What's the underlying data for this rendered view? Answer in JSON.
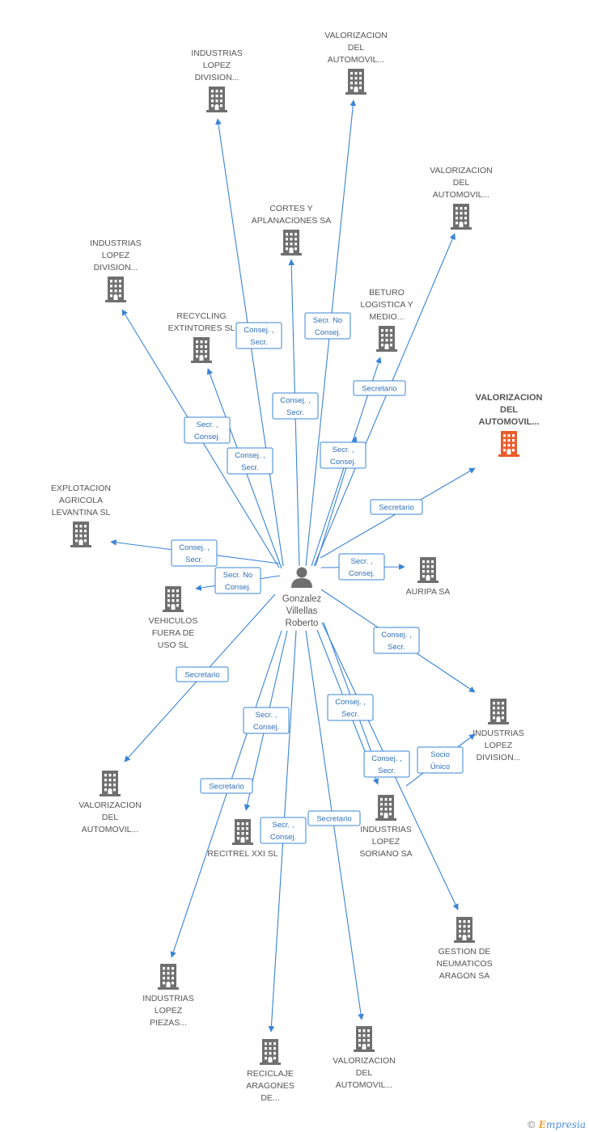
{
  "colors": {
    "edge": "#3a84d6",
    "edge_text": "#2f6fb8",
    "building": "#6f6f6f",
    "building_highlight": "#ec5b2b",
    "person": "#6f6f6f",
    "label": "#555555"
  },
  "center": {
    "name_lines": [
      "Gonzalez",
      "Villellas",
      "Roberto"
    ],
    "icon": "person-icon"
  },
  "companies": [
    {
      "id": "c01",
      "lines": [
        "INDUSTRIAS",
        "LOPEZ",
        "DIVISION..."
      ],
      "icon": "building-icon"
    },
    {
      "id": "c02",
      "lines": [
        "VALORIZACION",
        "DEL",
        "AUTOMOVIL..."
      ],
      "icon": "building-icon"
    },
    {
      "id": "c03",
      "lines": [
        "VALORIZACION",
        "DEL",
        "AUTOMOVIL..."
      ],
      "icon": "building-icon"
    },
    {
      "id": "c04",
      "lines": [
        "CORTES Y",
        "APLANACIONES SA"
      ],
      "icon": "building-icon"
    },
    {
      "id": "c05",
      "lines": [
        "INDUSTRIAS",
        "LOPEZ",
        "DIVISION..."
      ],
      "icon": "building-icon"
    },
    {
      "id": "c06",
      "lines": [
        "BETURO",
        "LOGISTICA Y",
        "MEDIO..."
      ],
      "icon": "building-icon"
    },
    {
      "id": "c07",
      "lines": [
        "RECYCLING",
        "EXTINTORES SL"
      ],
      "icon": "building-icon"
    },
    {
      "id": "c08",
      "lines": [
        "VALORIZACION",
        "DEL",
        "AUTOMOVIL..."
      ],
      "icon": "building-icon",
      "highlight": true
    },
    {
      "id": "c09",
      "lines": [
        "EXPLOTACION",
        "AGRICOLA",
        "LEVANTINA SL"
      ],
      "icon": "building-icon"
    },
    {
      "id": "c10",
      "lines": [
        "AURIPA SA"
      ],
      "icon": "building-icon"
    },
    {
      "id": "c11",
      "lines": [
        "VEHICULOS",
        "FUERA DE",
        "USO SL"
      ],
      "icon": "building-icon"
    },
    {
      "id": "c12",
      "lines": [
        "INDUSTRIAS",
        "LOPEZ",
        "DIVISION..."
      ],
      "icon": "building-icon"
    },
    {
      "id": "c13",
      "lines": [
        "VALORIZACION",
        "DEL",
        "AUTOMOVIL..."
      ],
      "icon": "building-icon"
    },
    {
      "id": "c14",
      "lines": [
        "RECITREL XXI SL"
      ],
      "icon": "building-icon"
    },
    {
      "id": "c15",
      "lines": [
        "INDUSTRIAS",
        "LOPEZ",
        "SORIANO SA"
      ],
      "icon": "building-icon"
    },
    {
      "id": "c16",
      "lines": [
        "GESTION DE",
        "NEUMATICOS",
        "ARAGON SA"
      ],
      "icon": "building-icon"
    },
    {
      "id": "c17",
      "lines": [
        "INDUSTRIAS",
        "LOPEZ",
        "PIEZAS..."
      ],
      "icon": "building-icon"
    },
    {
      "id": "c18",
      "lines": [
        "RECICLAJE",
        "ARAGONES",
        "DE..."
      ],
      "icon": "building-icon"
    },
    {
      "id": "c19",
      "lines": [
        "VALORIZACION",
        "DEL",
        "AUTOMOVIL..."
      ],
      "icon": "building-icon"
    }
  ],
  "edges": [
    {
      "from": "center",
      "to": "c01",
      "lines": [
        "Consej. ,",
        "Secr."
      ]
    },
    {
      "from": "center",
      "to": "c02",
      "lines": [
        "Secr.  No",
        "Consej."
      ]
    },
    {
      "from": "center",
      "to": "c03",
      "lines": []
    },
    {
      "from": "center",
      "to": "c04",
      "lines": [
        "Consej. ,",
        "Secr."
      ]
    },
    {
      "from": "center",
      "to": "c05",
      "lines": [
        "Secr. ,",
        "Consej."
      ]
    },
    {
      "from": "center",
      "to": "c06",
      "lines": [
        "Secretario"
      ]
    },
    {
      "from": "center",
      "to": "c07",
      "lines": [
        "Consej. ,",
        "Secr."
      ]
    },
    {
      "from": "center",
      "to": "c08",
      "lines": [
        "Secretario"
      ]
    },
    {
      "from": "center",
      "to": "c09",
      "lines": [
        "Consej. ,",
        "Secr."
      ]
    },
    {
      "from": "center",
      "to": "c10",
      "lines": [
        "Secr. ,",
        "Consej."
      ]
    },
    {
      "from": "center",
      "to": "c11",
      "lines": [
        "Secr.  No",
        "Consej."
      ]
    },
    {
      "from": "center",
      "to": "c12",
      "lines": [
        "Consej. ,",
        "Secr."
      ]
    },
    {
      "from": "center",
      "to": "c13",
      "lines": [
        "Secretario"
      ]
    },
    {
      "from": "center",
      "to": "c14",
      "lines": [
        "Secr. ,",
        "Consej."
      ]
    },
    {
      "from": "center",
      "to": "c15",
      "lines": [
        "Consej. ,",
        "Secr."
      ]
    },
    {
      "from": "center",
      "to": "c16",
      "lines": []
    },
    {
      "from": "center",
      "to": "c17",
      "lines": [
        "Secretario"
      ]
    },
    {
      "from": "center",
      "to": "c18",
      "lines": [
        "Secr. ,",
        "Consej."
      ]
    },
    {
      "from": "center",
      "to": "c19",
      "lines": [
        "Secretario"
      ]
    },
    {
      "from": "c15",
      "to": "c12",
      "lines": [
        "Socio",
        "Único"
      ]
    },
    {
      "from": "center",
      "to": "c06",
      "lines": [
        "Secr. ,",
        "Consej."
      ]
    },
    {
      "from": "center",
      "to": "c15",
      "lines": [
        "Consej. ,",
        "Secr."
      ]
    }
  ],
  "footer": {
    "symbol": "©",
    "brand_first": "E",
    "brand_rest": "mpresia"
  }
}
